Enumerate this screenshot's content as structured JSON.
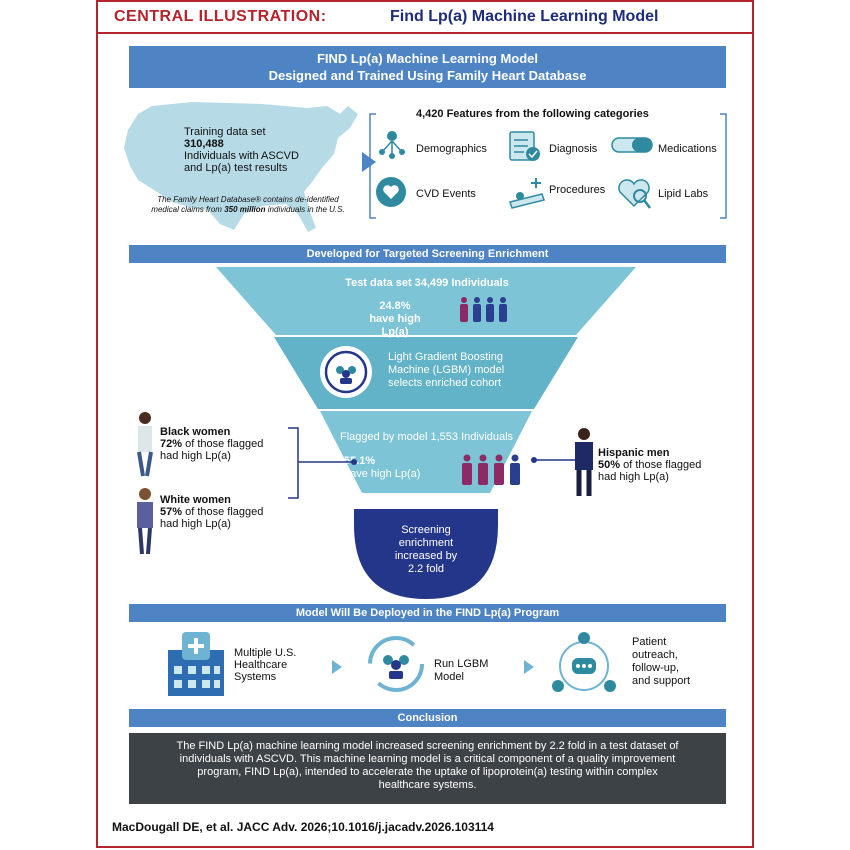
{
  "header": {
    "label": "CENTRAL ILLUSTRATION:",
    "title": "Find Lp(a) Machine Learning Model"
  },
  "top_banner": {
    "line1": "FIND Lp(a) Machine Learning Model",
    "line2": "Designed and Trained Using Family Heart Database"
  },
  "training": {
    "line1": "Training data set",
    "count": "310,488",
    "line3": "Individuals with ASCVD",
    "line4": "and Lp(a) test results",
    "note1": "The Family Heart Database® contains de-identified",
    "note2_pre": "medical claims from ",
    "note2_bold": "350 million",
    "note2_post": " individuals in the U.S."
  },
  "features": {
    "heading": "4,420 Features from the following categories",
    "categories": [
      "Demographics",
      "Diagnosis",
      "Medications",
      "CVD Events",
      "Procedures",
      "Lipid Labs"
    ]
  },
  "screening_banner": "Developed for Targeted Screening Enrichment",
  "funnel": {
    "test_set": "Test data set 34,499 Individuals",
    "test_pct": "24.8%",
    "test_pct_label": "have high Lp(a)",
    "model_line1": "Light Gradient Boosting",
    "model_line2": "Machine (LGBM) model",
    "model_line3": "selects enriched cohort",
    "flagged": "Flagged by model 1,553 Individuals",
    "flagged_pct": "55.1%",
    "flagged_pct_label": "have high Lp(a)",
    "enrich_line1": "Screening",
    "enrich_line2": "enrichment",
    "enrich_line3": "increased by",
    "enrich_line4": "2.2 fold"
  },
  "subgroups": {
    "black_women": {
      "title": "Black women",
      "pct": "72%",
      "rest1": " of those flagged",
      "rest2": "had high Lp(a)"
    },
    "white_women": {
      "title": "White women",
      "pct": "57%",
      "rest1": " of those flagged",
      "rest2": "had high Lp(a)"
    },
    "hispanic_men": {
      "title": "Hispanic men",
      "pct": "50%",
      "rest1": " of those flagged",
      "rest2": "had high Lp(a)"
    }
  },
  "deploy_banner": "Model Will Be Deployed in the FIND Lp(a) Program",
  "deploy": {
    "step1": [
      "Multiple U.S.",
      "Healthcare",
      "Systems"
    ],
    "step2": [
      "Run LGBM",
      "Model"
    ],
    "step3": [
      "Patient",
      "outreach,",
      "follow-up,",
      "and support"
    ]
  },
  "conclusion_banner": "Conclusion",
  "conclusion": {
    "line1": "The FIND Lp(a) machine learning model increased screening enrichment by 2.2 fold in a test dataset of",
    "line2": "individuals with ASCVD. This machine learning model is a critical component of a quality improvement",
    "line3": "program, FIND Lp(a), intended to accelerate the uptake of lipoprotein(a) testing within complex",
    "line4": "healthcare systems."
  },
  "citation": "MacDougall DE, et al. JACC Adv. 2026;10.1016/j.jacadv.2026.103114",
  "colors": {
    "red": "#b3242b",
    "navy": "#1d2d7a",
    "banner_blue": "#4e84c4",
    "teal": "#7cc4d6",
    "funnel_dark": "#24368a",
    "magenta": "#8e2a63",
    "dark_teal": "#2f8aa0"
  }
}
